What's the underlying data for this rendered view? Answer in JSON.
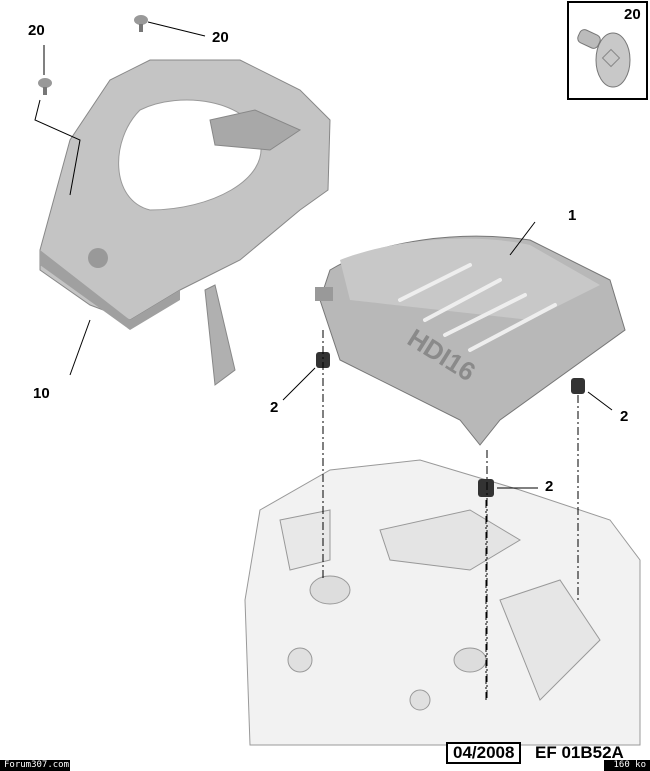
{
  "callouts": {
    "clip_left": "20",
    "clip_top": "20",
    "cover": "1",
    "shield": "10",
    "grommet_left": "2",
    "grommet_right": "2",
    "grommet_center": "2",
    "inset": "20"
  },
  "cover_emblem": "HDI16",
  "footer": {
    "date": "04/2008",
    "reference": "EF 01B52A",
    "watermark": "Forum307.com",
    "file_size": "160 ko"
  }
}
